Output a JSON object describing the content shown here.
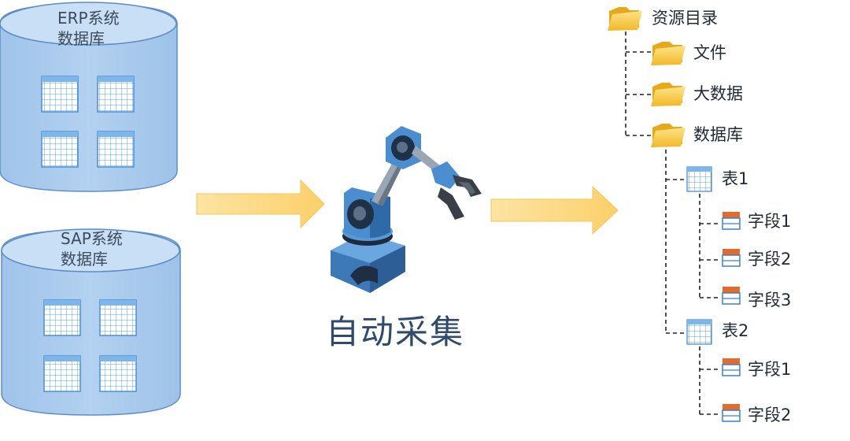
{
  "databases": [
    {
      "line1": "ERP系统",
      "line2": "数据库"
    },
    {
      "line1": "SAP系统",
      "line2": "数据库"
    }
  ],
  "center": {
    "label": "自动采集"
  },
  "tree": {
    "root": "资源目录",
    "file": "文件",
    "bigdata": "大数据",
    "database": "数据库",
    "table1": {
      "label": "表1",
      "fields": [
        "字段1",
        "字段2",
        "字段3"
      ]
    },
    "table2": {
      "label": "表2",
      "fields": [
        "字段1",
        "字段2"
      ]
    }
  },
  "colors": {
    "cylinder": "#a7c9ec",
    "cylinder_top": "#c9dff5",
    "cylinder_stroke": "#5b8cc6",
    "arrow": "#fbd77a",
    "folder": "#f6c744",
    "table_grid": "#5aa0e0",
    "field_orange": "#e36c2a",
    "field_blue": "#3e7fd0",
    "robot_blue": "#4b8ed0",
    "robot_dark": "#2c3e57"
  }
}
